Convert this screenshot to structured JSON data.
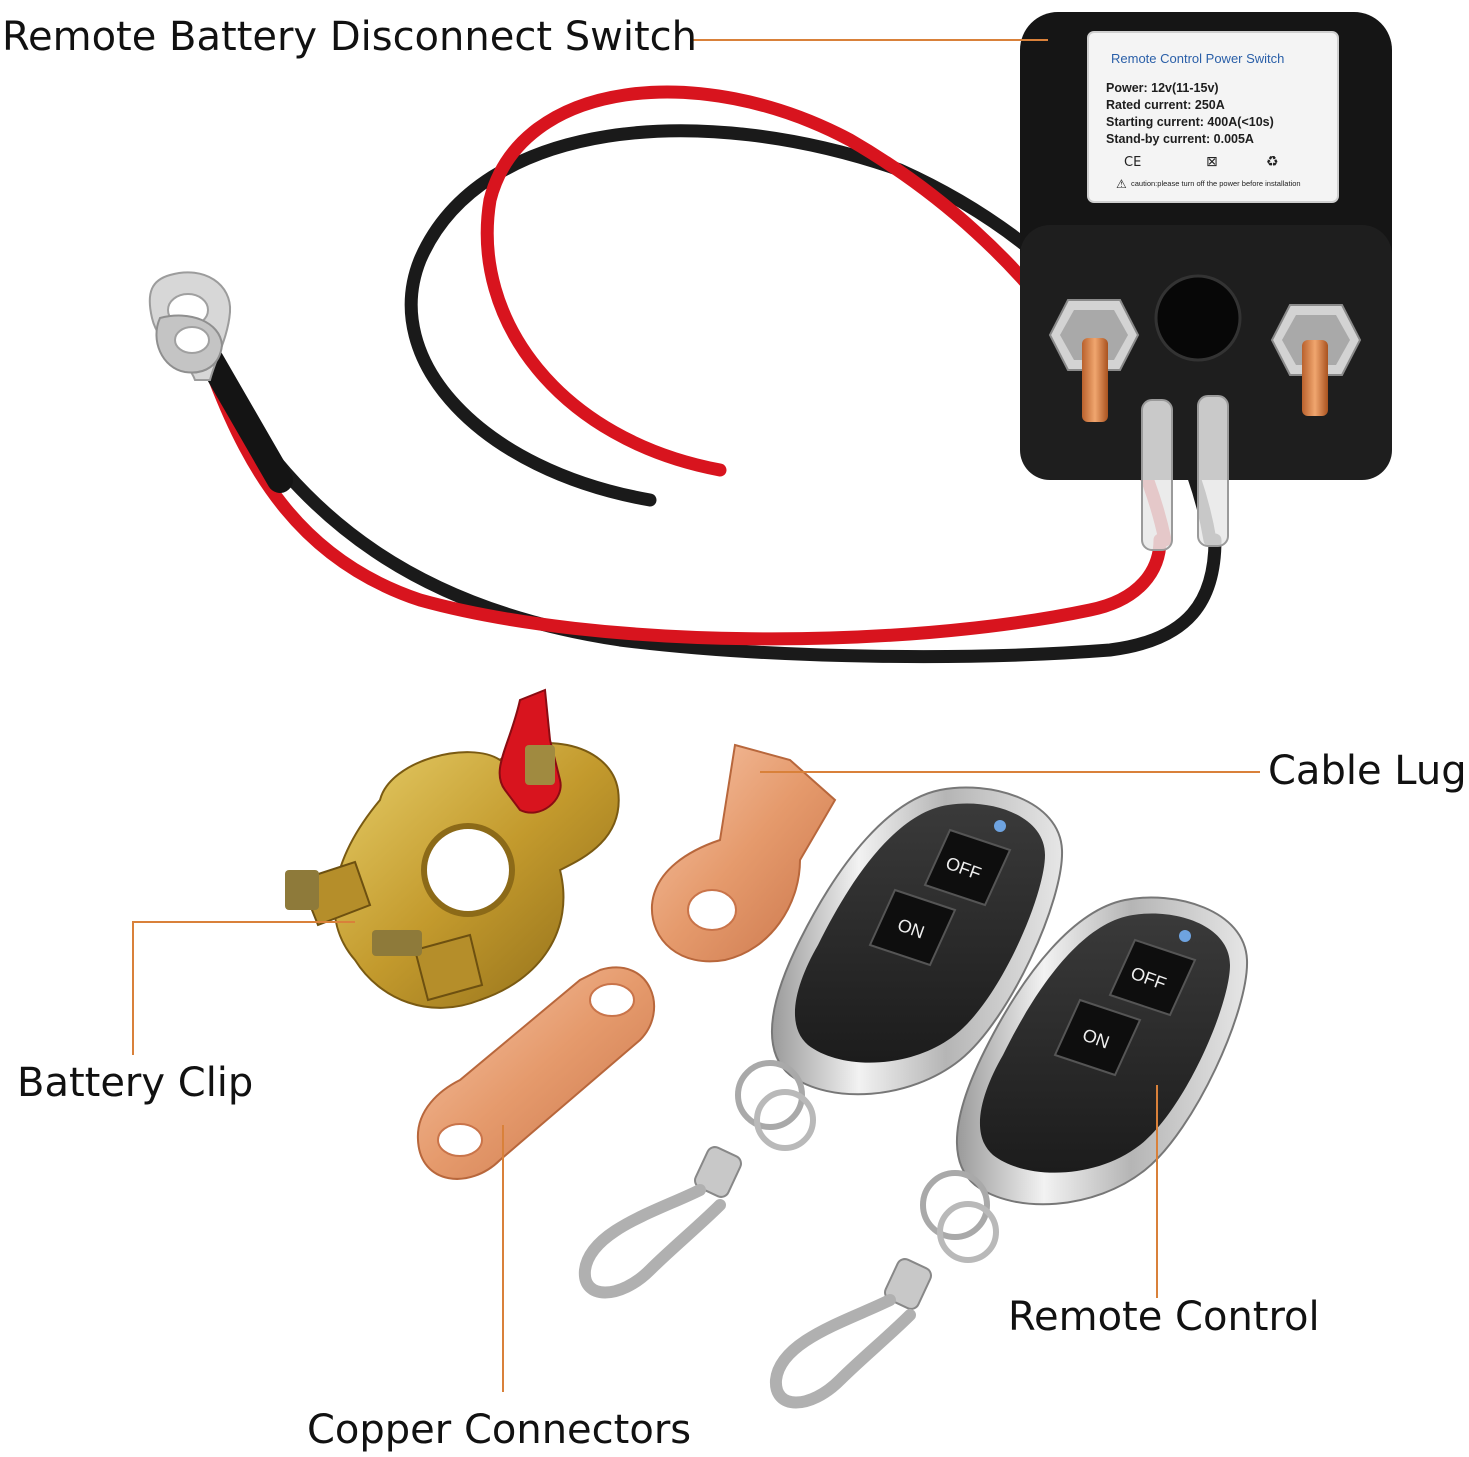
{
  "callouts": {
    "switch": "Remote Battery Disconnect Switch",
    "cable_lug": "Cable Lug",
    "battery_clip": "Battery Clip",
    "remote_control": "Remote Control",
    "copper_connectors": "Copper Connectors"
  },
  "device_label": {
    "title": "Remote Control Power Switch",
    "lines": [
      "Power: 12v(11-15v)",
      "Rated current: 250A",
      "Starting current: 400A(<10s)",
      "Stand-by current: 0.005A"
    ],
    "caution": "caution:please turn off the power before installation"
  },
  "remote": {
    "off_label": "OFF",
    "on_label": "ON"
  },
  "colors": {
    "leader_line": "#d9813a",
    "cable_red": "#d8141e",
    "cable_black": "#1a1a1a",
    "brass": "#c9a43a",
    "copper": "#e8a27a"
  }
}
